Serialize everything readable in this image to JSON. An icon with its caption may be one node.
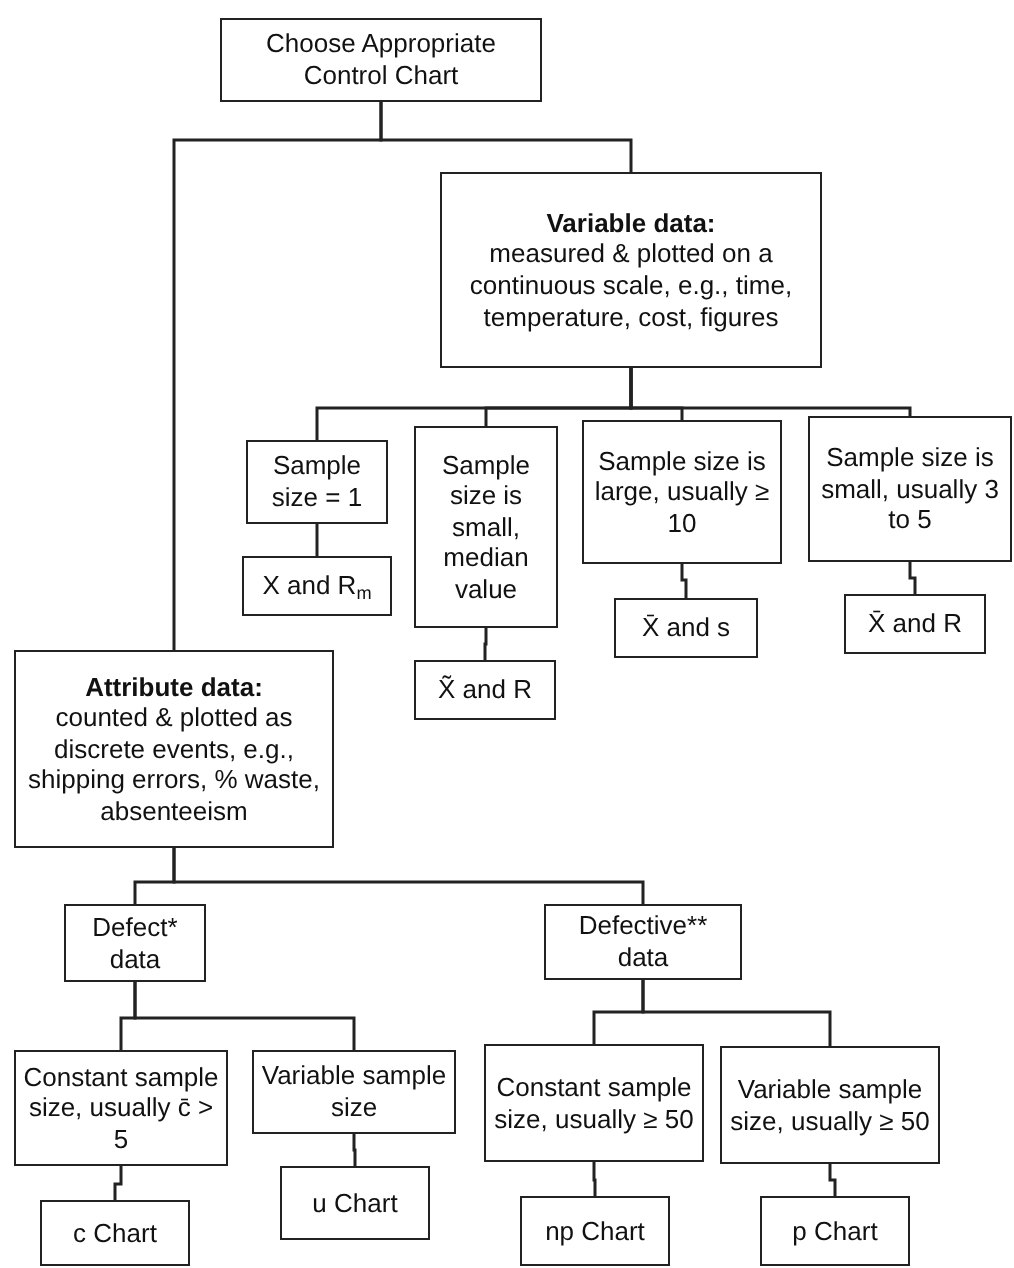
{
  "diagram": {
    "nodes": [
      {
        "text": [
          "Choose Appropriate Control Chart"
        ]
      },
      {
        "text": [
          "Variable data:",
          "measured & plotted on a continuous scale, e.g., time, temperature, cost, figures"
        ]
      },
      {
        "text": [
          "Sample size = 1"
        ]
      },
      {
        "text": [
          "X and R$_{m}$"
        ]
      },
      {
        "text": [
          "Sample size is small, median value"
        ]
      },
      {
        "text": [
          "X̃ and R"
        ]
      },
      {
        "text": [
          "Sample size is large, usually ≥ 10"
        ]
      },
      {
        "text": [
          "X̄ and s"
        ]
      },
      {
        "text": [
          "Sample size is small, usually 3 to 5"
        ]
      },
      {
        "text": [
          "X̄ and R"
        ]
      },
      {
        "text": [
          "Attribute data:",
          "counted & plotted as discrete events, e.g., shipping errors, % waste, absenteeism"
        ]
      },
      {
        "text": [
          "Defect* data"
        ]
      },
      {
        "text": [
          "Defective** data"
        ]
      },
      {
        "text": [
          "Constant sample size, usually c̄ > 5"
        ]
      },
      {
        "text": [
          "Variable sample size"
        ]
      },
      {
        "text": [
          "Constant sample size, usually ≥ 50"
        ]
      },
      {
        "text": [
          "Variable sample size, usually ≥ 50"
        ]
      },
      {
        "text": [
          "c Chart"
        ]
      },
      {
        "text": [
          "u Chart"
        ]
      },
      {
        "text": [
          "np Chart"
        ]
      },
      {
        "text": [
          "p Chart"
        ]
      }
    ],
    "edges": [
      {
        "from": 0,
        "to": 1,
        "arrow": "none"
      },
      {
        "from": 0,
        "to": 10,
        "arrow": "none"
      },
      {
        "from": 1,
        "to": 2,
        "arrow": "none"
      },
      {
        "from": 1,
        "to": 4,
        "arrow": "none"
      },
      {
        "from": 1,
        "to": 6,
        "arrow": "none"
      },
      {
        "from": 1,
        "to": 8,
        "arrow": "none"
      },
      {
        "from": 2,
        "to": 3,
        "arrow": "none"
      },
      {
        "from": 4,
        "to": 5,
        "arrow": "none"
      },
      {
        "from": 6,
        "to": 7,
        "arrow": "none"
      },
      {
        "from": 8,
        "to": 9,
        "arrow": "none"
      },
      {
        "from": 10,
        "to": 11,
        "arrow": "none"
      },
      {
        "from": 10,
        "to": 12,
        "arrow": "none"
      },
      {
        "from": 11,
        "to": 13,
        "arrow": "none"
      },
      {
        "from": 11,
        "to": 14,
        "arrow": "none"
      },
      {
        "from": 12,
        "to": 15,
        "arrow": "none"
      },
      {
        "from": 12,
        "to": 16,
        "arrow": "none"
      },
      {
        "from": 13,
        "to": 17,
        "arrow": "none"
      },
      {
        "from": 14,
        "to": 18,
        "arrow": "none"
      },
      {
        "from": 15,
        "to": 19,
        "arrow": "none"
      },
      {
        "from": 16,
        "to": 20,
        "arrow": "none"
      }
    ]
  }
}
